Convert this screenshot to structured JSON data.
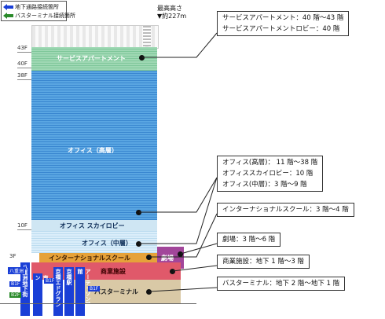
{
  "legend": {
    "underground_passage": "地下通路接続箇所",
    "bus_terminal_connection": "バスターミナル接続箇所"
  },
  "height": {
    "title": "最高高さ",
    "value": "▼約227m"
  },
  "floors": {
    "f43": "43F",
    "f40": "40F",
    "f38": "38F",
    "f10": "10F",
    "f3": "3F"
  },
  "sections": {
    "service_apartment": "サービスアパートメント",
    "office_high": "オフィス（高層）",
    "office_skylobby": "オフィス スカイロビー",
    "office_mid": "オフィス（中層）",
    "international_school": "インターナショナルスクール",
    "theater": "劇場",
    "commercial": "商業施設",
    "bus_terminal": "バスターミナル"
  },
  "callouts": {
    "apartment_line1": "サービスアパートメント：40 階〜43 階",
    "apartment_line2": "サービスアパートメントロビー：40 階",
    "office_line1": "オフィス(高層)： 11 階〜38 階",
    "office_line2": "オフィススカイロビー：10 階",
    "office_line3": "オフィス(中層)：3 階〜9 階",
    "school": "インターナショナルスクール：3 階〜4 階",
    "theater": "劇場：3 階〜6 階",
    "commercial": "商業施設：地下 1 階〜3 階",
    "bus": "バスターミナル：地下 2 階〜地下 1 階"
  },
  "connections": {
    "yaesu_underground": "八重洲地下街",
    "tokyo_midtown": "東京ミッドタウン",
    "yaesu_arrow": "八重洲",
    "kyobashi_edogran": "京橋エドグラン",
    "kyobashi_station": "京橋駅",
    "museum": "アーティゾン美術館",
    "tag_b1f_1": "B1F",
    "tag_b1f_2": "B1F",
    "tag_b1f_3": "B1F",
    "tag_b2f": "B2F"
  },
  "colors": {
    "office_blue": "#3f8fd6",
    "apartment_green": "#8fcfa8",
    "skylobby": "#cfe6f3",
    "school_orange": "#e6a23a",
    "theater_purple": "#a2469a",
    "commercial_red": "#e0596a",
    "bus_beige": "#d9c9a6"
  }
}
